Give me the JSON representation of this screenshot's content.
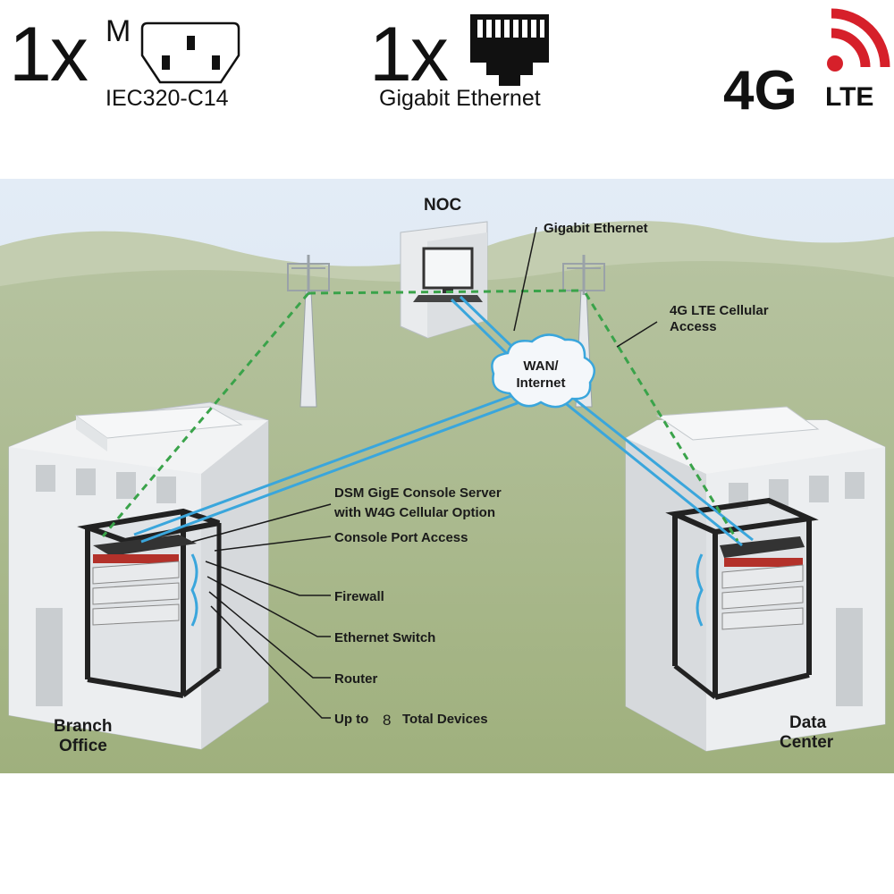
{
  "header": {
    "power": {
      "qty": "1x",
      "gender": "M",
      "label": "IEC320-C14",
      "icon": "iec-c14-inlet-icon"
    },
    "network": {
      "qty": "1x",
      "label": "Gigabit Ethernet",
      "icon": "rj45-port-icon"
    },
    "lte_logo": {
      "text_4g": "4G",
      "text_lte": "LTE",
      "icon": "cellular-signal-icon",
      "accent": "#d6202a"
    }
  },
  "diagram": {
    "noc": "NOC",
    "gigabit_ethernet": "Gigabit Ethernet",
    "lte_access_line1": "4G LTE Cellular",
    "lte_access_line2": "Access",
    "wan_line1": "WAN/",
    "wan_line2": "Internet",
    "dsm_line1": "DSM GigE Console Server",
    "dsm_line2": "with W4G Cellular Option",
    "console_port": "Console Port Access",
    "firewall": "Firewall",
    "switch": "Ethernet Switch",
    "router": "Router",
    "devices_prefix": "Up to",
    "devices_count": "8",
    "devices_suffix": "Total Devices",
    "branch_line1": "Branch",
    "branch_line2": "Office",
    "dc_line1": "Data",
    "dc_line2": "Center",
    "colors": {
      "ethernet": "#3aa6dc",
      "cellular": "#3aa34a",
      "sky": "#dfe9f3",
      "hill": "#a9b98d"
    }
  }
}
